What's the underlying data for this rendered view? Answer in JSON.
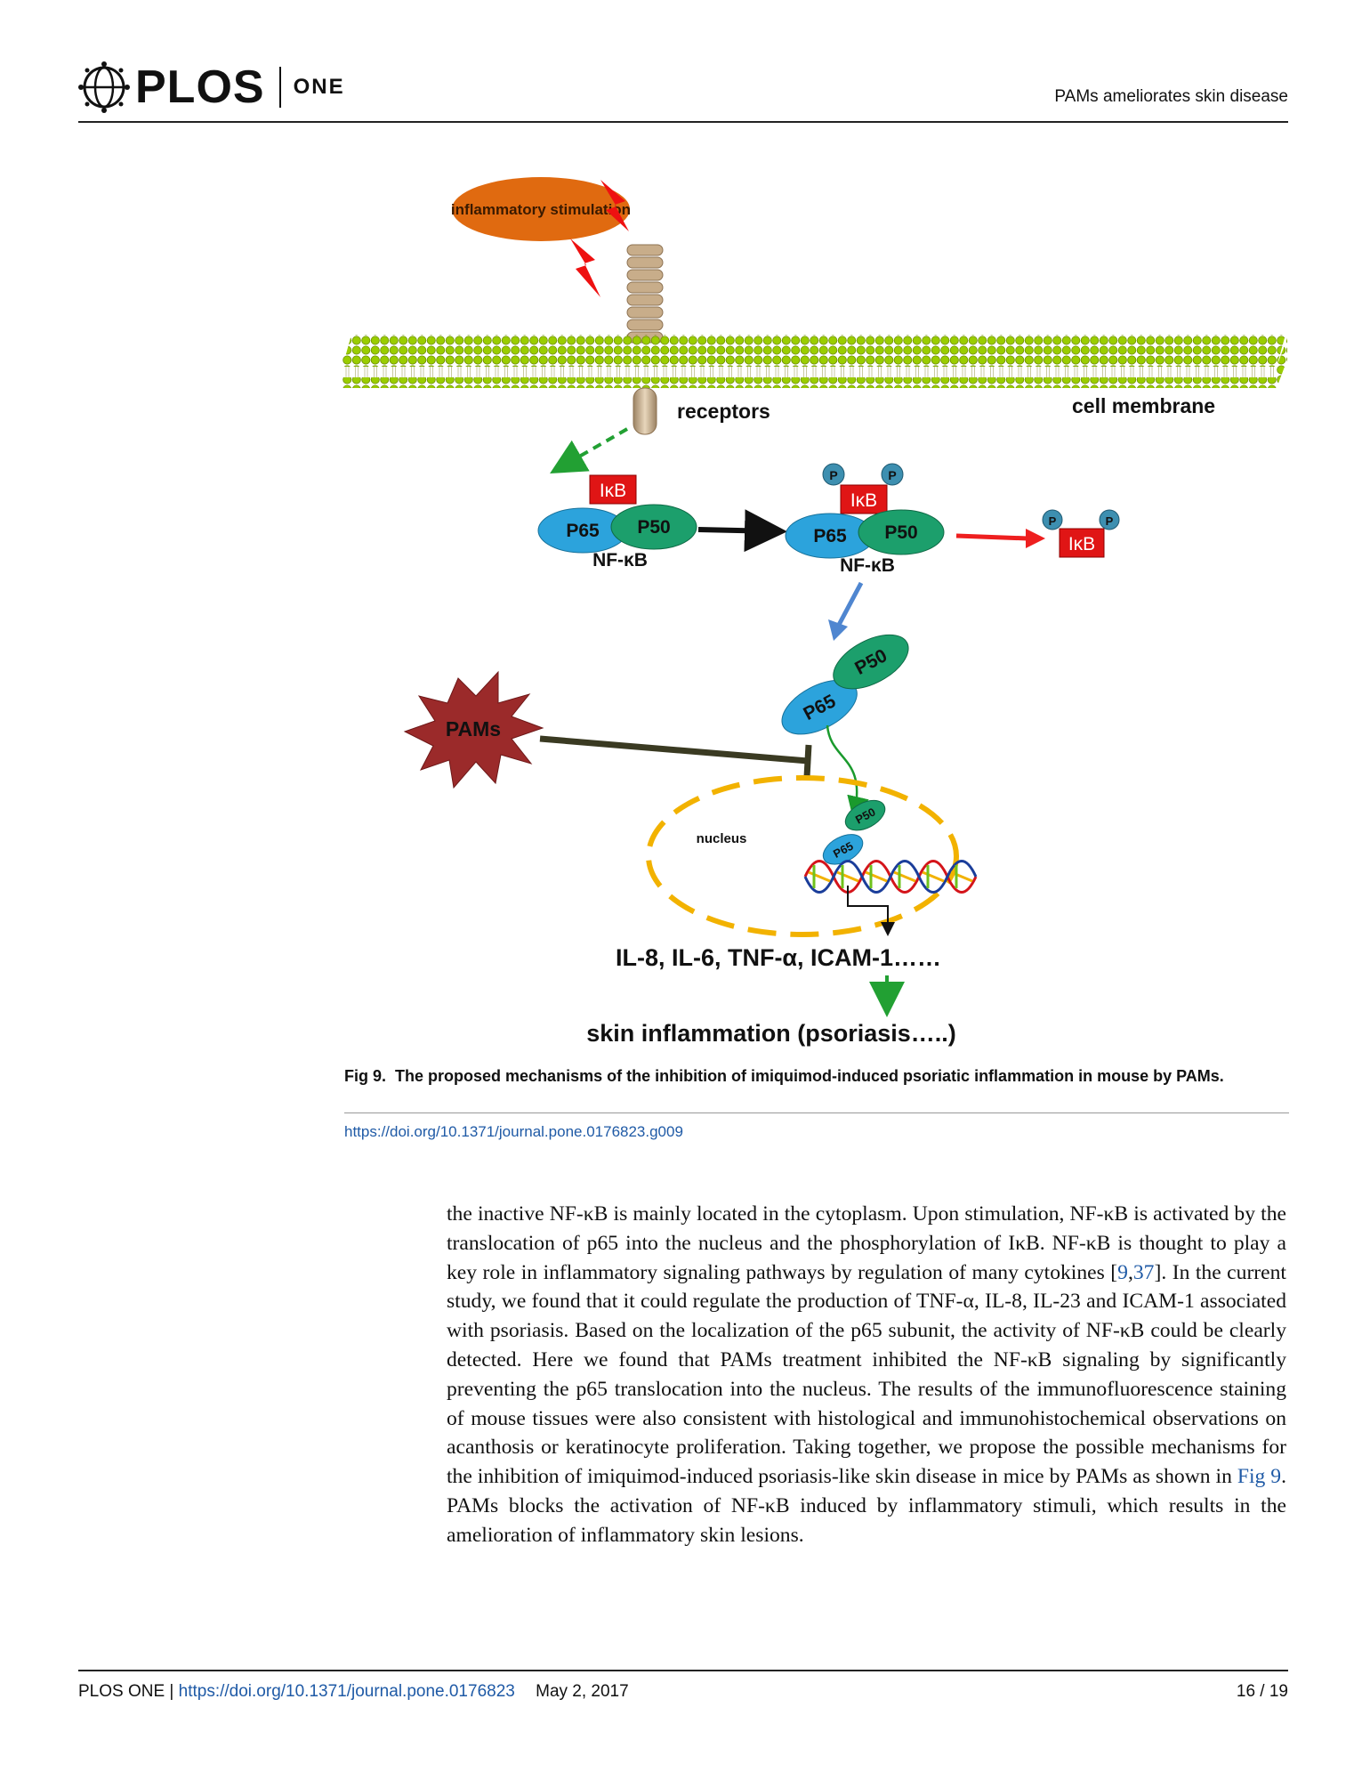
{
  "header": {
    "brand": "PLOS",
    "brand_sub": "ONE",
    "running_title": "PAMs ameliorates skin disease"
  },
  "figure": {
    "stimulus_label": "inflammatory stimulation",
    "receptor_label": "receptors",
    "membrane_label": "cell membrane",
    "ikb_label": "IκB",
    "p65_label": "P65",
    "p50_label": "P50",
    "phospho_label": "P",
    "complex_label": "NF-κB",
    "inhibitor_label": "PAMs",
    "nucleus_label": "nucleus",
    "cytokines_label": "IL-8, IL-6, TNF-α, ICAM-1……",
    "outcome_label": "skin inflammation (psoriasis…..)",
    "colors": {
      "stimulus": "#e06a10",
      "lightning": "#ee1111",
      "membrane_bead": "#9acd00",
      "receptor": "#c8ad8a",
      "ikb": "#e01515",
      "p65": "#2ca3dc",
      "p50": "#1c9f6c",
      "phospho": "#3d8fb0",
      "pams": "#9b2a2a",
      "nucleus": "#f2b200",
      "arrow_green": "#22a033",
      "arrow_red": "#ee1f1f",
      "arrow_blue": "#4f86d0"
    }
  },
  "caption": {
    "label": "Fig 9.",
    "text": "The proposed mechanisms of the inhibition of imiquimod-induced psoriatic inflammation in mouse by PAMs.",
    "doi": "https://doi.org/10.1371/journal.pone.0176823.g009"
  },
  "body": {
    "p1": "the inactive NF-κB is mainly located in the cytoplasm. Upon stimulation, NF-κB is activated by the translocation of p65 into the nucleus and the phosphorylation of IκB. NF-κB is thought to play a key role in inflammatory signaling pathways by regulation of many cytokines [",
    "ref1": "9",
    "comma": ",",
    "ref2": "37",
    "p2": "]. In the current study, we found that it could regulate the production of TNF-α, IL-8, IL-23 and ICAM-1 associated with psoriasis. Based on the localization of the p65 subunit, the activity of NF-κB could be clearly detected. Here we found that PAMs treatment inhibited the NF-κB signaling by significantly preventing the p65 translocation into the nucleus. The results of the immunofluorescence staining of mouse tissues were also consistent with histological and immunohistochemical observations on acanthosis or keratinocyte proliferation. Taking together, we propose the possible mechanisms for the inhibition of imiquimod-induced psoriasis-like skin disease in mice by PAMs as shown in ",
    "fig_ref": "Fig 9",
    "p3": ". PAMs blocks the activation of NF-κB induced by inflammatory stimuli, which results in the amelioration of inflammatory skin lesions."
  },
  "footer": {
    "journal": "PLOS ONE |",
    "doi": "https://doi.org/10.1371/journal.pone.0176823",
    "date": "May 2, 2017",
    "page": "16 / 19"
  }
}
